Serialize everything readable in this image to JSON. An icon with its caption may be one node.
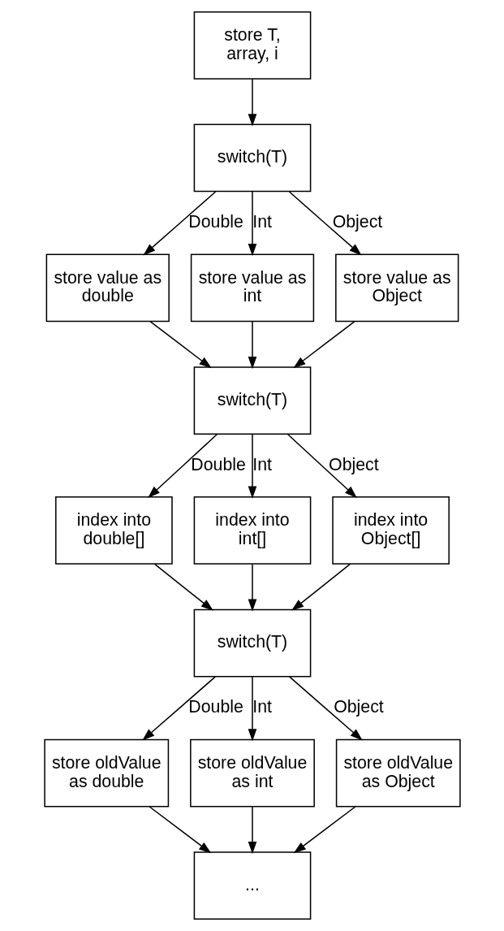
{
  "diagram": {
    "nodes": [
      {
        "text": [
          "store T, array, i"
        ]
      },
      {
        "text": [
          "switch(T)"
        ]
      },
      {
        "text": [
          "store value as double"
        ]
      },
      {
        "text": [
          "store value as int"
        ]
      },
      {
        "text": [
          "store value as Object"
        ]
      },
      {
        "text": [
          "switch(T)"
        ]
      },
      {
        "text": [
          "index into double[]"
        ]
      },
      {
        "text": [
          "index into int[]"
        ]
      },
      {
        "text": [
          "index into Object[]"
        ]
      },
      {
        "text": [
          "switch(T)"
        ]
      },
      {
        "text": [
          "store oldValue as double"
        ]
      },
      {
        "text": [
          "store oldValue as int"
        ]
      },
      {
        "text": [
          "store oldValue as Object"
        ]
      },
      {
        "text": [
          "..."
        ]
      }
    ],
    "edges": [
      {
        "from": 0,
        "to": 1,
        "arrow": "to"
      },
      {
        "from": 1,
        "to": 2,
        "arrow": "to",
        "label": "Double"
      },
      {
        "from": 1,
        "to": 3,
        "arrow": "to",
        "label": "Int"
      },
      {
        "from": 1,
        "to": 4,
        "arrow": "to",
        "label": "Object"
      },
      {
        "from": 2,
        "to": 5,
        "arrow": "to"
      },
      {
        "from": 3,
        "to": 5,
        "arrow": "to"
      },
      {
        "from": 4,
        "to": 5,
        "arrow": "to"
      },
      {
        "from": 5,
        "to": 6,
        "arrow": "to",
        "label": "Double"
      },
      {
        "from": 5,
        "to": 7,
        "arrow": "to",
        "label": "Int"
      },
      {
        "from": 5,
        "to": 8,
        "arrow": "to",
        "label": "Object"
      },
      {
        "from": 6,
        "to": 9,
        "arrow": "to"
      },
      {
        "from": 7,
        "to": 9,
        "arrow": "to"
      },
      {
        "from": 8,
        "to": 9,
        "arrow": "to"
      },
      {
        "from": 9,
        "to": 10,
        "arrow": "to",
        "label": "Double"
      },
      {
        "from": 9,
        "to": 11,
        "arrow": "to",
        "label": "Int"
      },
      {
        "from": 9,
        "to": 12,
        "arrow": "to",
        "label": "Object"
      },
      {
        "from": 10,
        "to": 13,
        "arrow": "to"
      },
      {
        "from": 11,
        "to": 13,
        "arrow": "to"
      },
      {
        "from": 12,
        "to": 13,
        "arrow": "to"
      }
    ]
  }
}
